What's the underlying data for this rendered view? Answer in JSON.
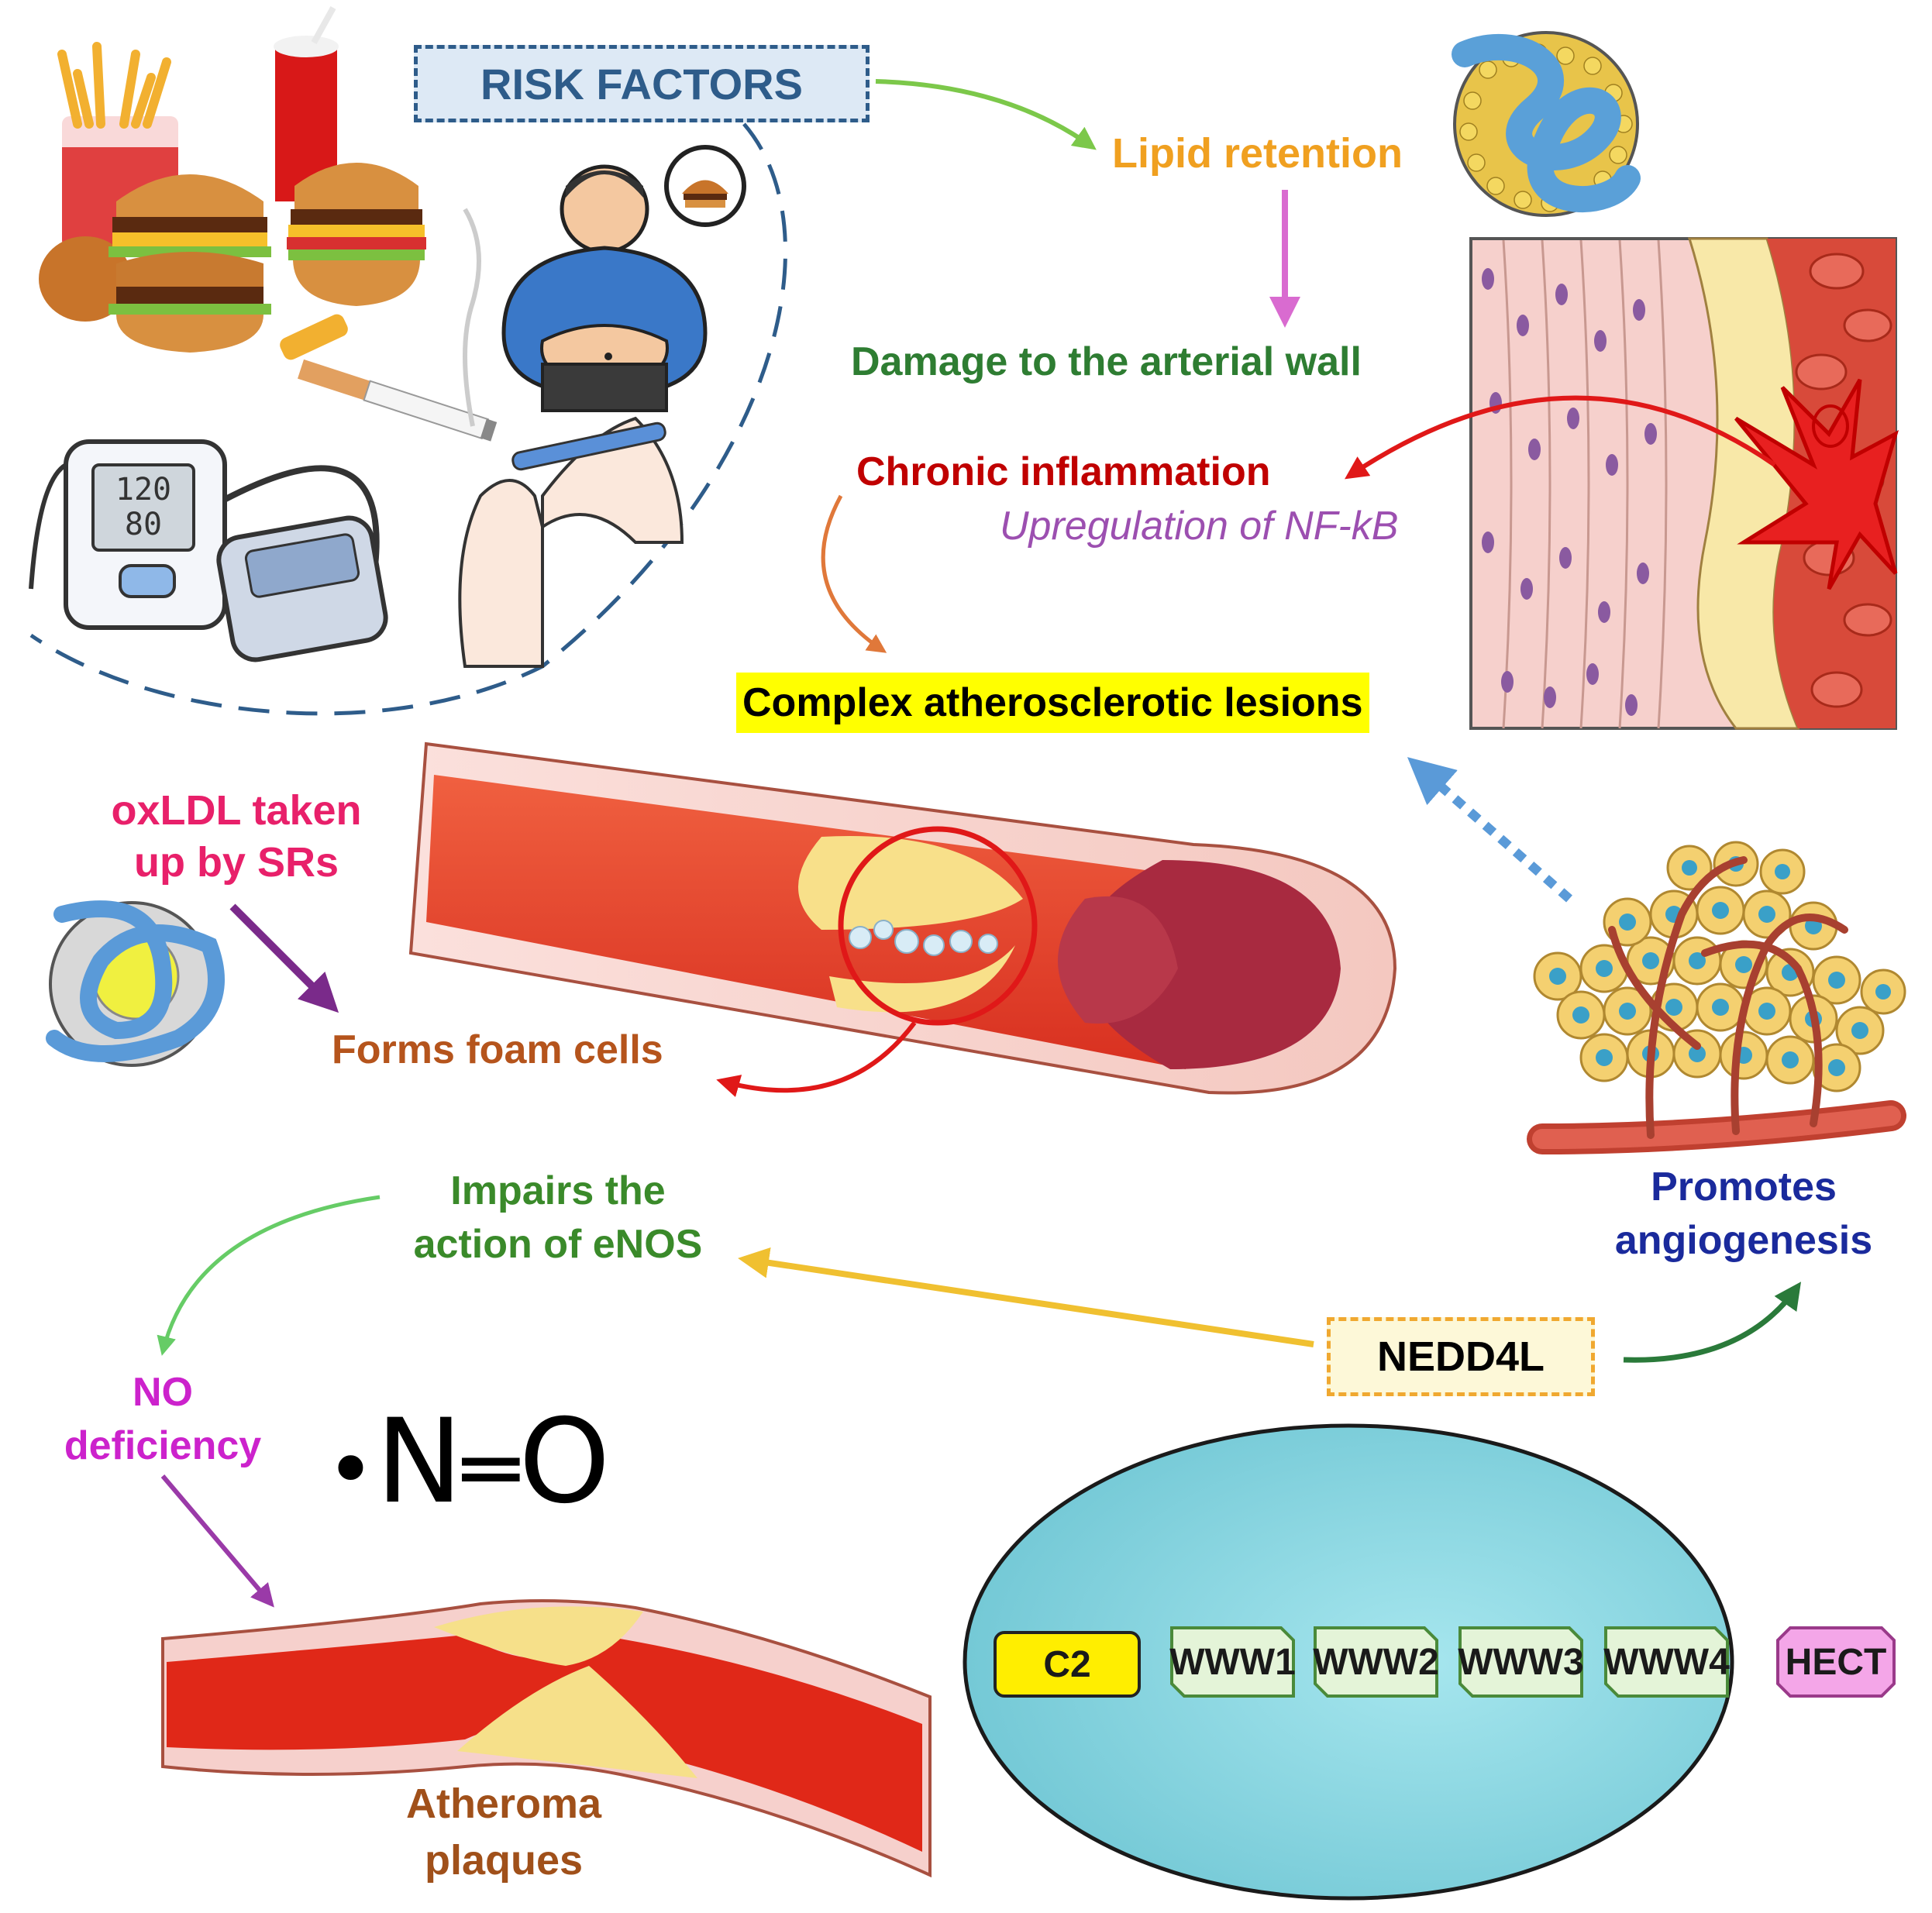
{
  "labels": {
    "risk_factors": "RISK FACTORS",
    "lipid_retention": "Lipid retention",
    "damage": "Damage to the arterial wall",
    "chronic_inflammation": "Chronic inflammation",
    "nfkb": "Upregulation of NF-kB",
    "complex_lesions": "Complex atherosclerotic lesions",
    "oxldl_line1": "oxLDL taken",
    "oxldl_line2": "up by SRs",
    "foam_cells": "Forms foam cells",
    "impairs_line1": "Impairs the",
    "impairs_line2": "action of eNOS",
    "promotes_line1": "Promotes",
    "promotes_line2": "angiogenesis",
    "no_line1": "NO",
    "no_line2": "deficiency",
    "nedd4l": "NEDD4L",
    "atheroma_line1": "Atheroma",
    "atheroma_line2": "plaques"
  },
  "bp_monitor": {
    "systolic": "120",
    "diastolic": "80"
  },
  "no_formula": {
    "dot": "•",
    "n": "N",
    "bond": "═",
    "o": "O"
  },
  "domains": [
    "C2",
    "WWW1",
    "WWW2",
    "WWW3",
    "WWW4",
    "HECT"
  ],
  "colors": {
    "risk": "#2e5c8a",
    "lipid": "#f0a020",
    "damage": "#2e7d32",
    "inflammation": "#c00000",
    "nfkb": "#9c4fb0",
    "oxldl": "#e8206a",
    "foam": "#b5541c",
    "impairs": "#3a8a2a",
    "promotes": "#1a2a9c",
    "no": "#cc22cc",
    "atheroma": "#a0501a",
    "highlight": "#ffff00",
    "c2": "#ffee00",
    "www": "#e4f4d8",
    "hect": "#f4a6e8",
    "ellipse": "#8fd8e2"
  }
}
